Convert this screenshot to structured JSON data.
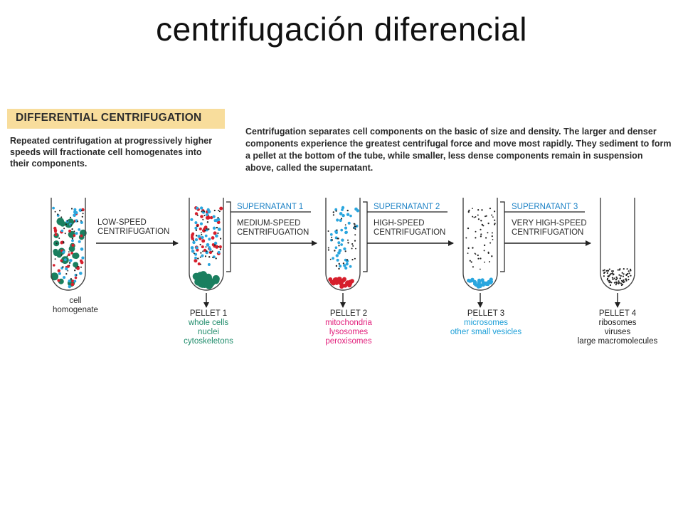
{
  "title": "centrifugación diferencial",
  "banner": "DIFFERENTIAL CENTRIFUGATION",
  "intro_left": "Repeated centrifugation at progressively higher speeds will fractionate cell homogenates into their components.",
  "intro_right": "Centrifugation separates cell components on the basic of size and density. The larger and denser components experience the greatest centrifugal force and move most rapidly. They sediment to form a pellet at the bottom of the tube, while smaller, less dense components remain in suspension above, called the supernatant.",
  "start_label": [
    "cell",
    "homogenate"
  ],
  "steps": [
    {
      "line1": "LOW-SPEED",
      "line2": "CENTRIFUGATION"
    },
    {
      "line1": "MEDIUM-SPEED",
      "line2": "CENTRIFUGATION"
    },
    {
      "line1": "HIGH-SPEED",
      "line2": "CENTRIFUGATION"
    },
    {
      "line1": "VERY HIGH-SPEED",
      "line2": "CENTRIFUGATION"
    }
  ],
  "supernatants": [
    "SUPERNATANT 1",
    "SUPERNATANT 2",
    "SUPERNATANT 3"
  ],
  "pellets": [
    {
      "title": "PELLET 1",
      "items": [
        "whole cells",
        "nuclei",
        "cytoskeletons"
      ]
    },
    {
      "title": "PELLET 2",
      "items": [
        "mitochondria",
        "lysosomes",
        "peroxisomes"
      ]
    },
    {
      "title": "PELLET 3",
      "items": [
        "microsomes",
        "other small vesicles"
      ]
    },
    {
      "title": "PELLET 4",
      "items": [
        "ribosomes",
        "viruses",
        "large macromolecules"
      ]
    }
  ],
  "colors": {
    "banner": "#f8dd9c",
    "nuclei_green": "#1a7f5f",
    "mitochondria_red": "#d61f2c",
    "vesicle_blue": "#2aa6de",
    "ribosome_black": "#222222",
    "pellet1_text": "#1f8c6b",
    "pellet2_text": "#e2207c",
    "pellet3_text": "#1c9fd8"
  }
}
